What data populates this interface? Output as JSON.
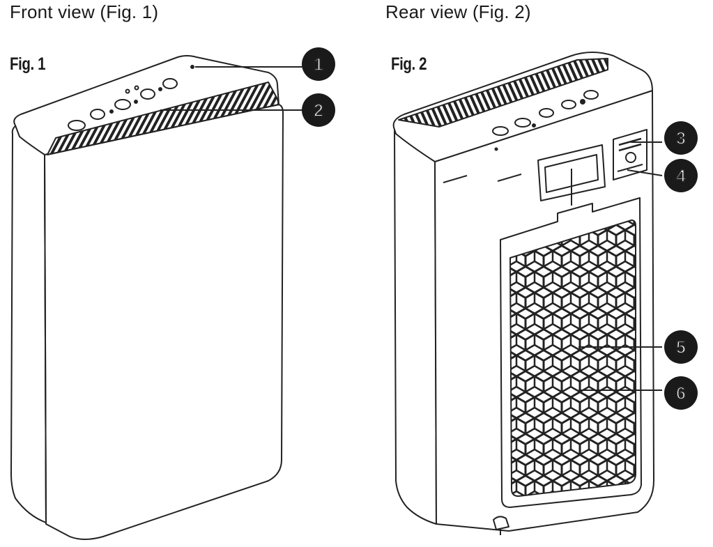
{
  "captions": {
    "front": "Front view (Fig. 1)",
    "rear": "Rear view (Fig. 2)"
  },
  "figures": {
    "fig1": "Fig. 1",
    "fig2": "Fig. 2"
  },
  "callouts": [
    "1",
    "2",
    "3",
    "4",
    "5",
    "6"
  ]
}
